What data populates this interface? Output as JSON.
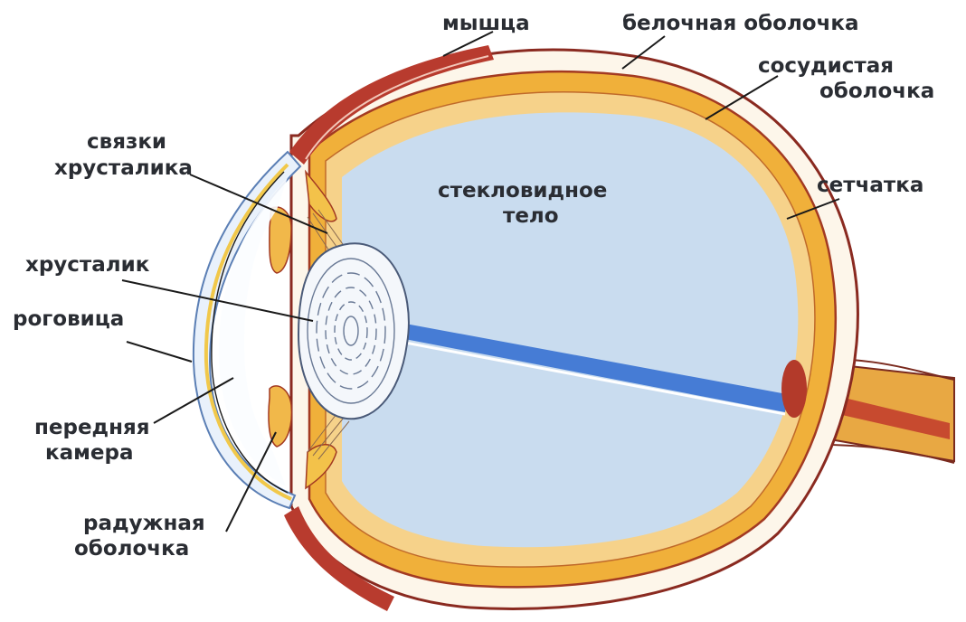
{
  "labels": {
    "muscle": "мышца",
    "sclera": "белочная оболочка",
    "choroid_line1": "сосудистая",
    "choroid_line2": "оболочка",
    "ligaments_line1": "связки",
    "ligaments_line2": "хрусталика",
    "vitreous_line1": "стекловидное",
    "vitreous_line2": "тело",
    "retina": "сетчатка",
    "lens": "хрусталик",
    "cornea": "роговица",
    "anterior_line1": "передняя",
    "anterior_line2": "камера",
    "iris_line1": "радужная",
    "iris_line2": "оболочка"
  },
  "colors": {
    "vitreous": "#c9dcef",
    "choroid": "#f0b03a",
    "retina": "#f6d28a",
    "muscle": "#b83b2e",
    "optic_axis": "#2f6bd0",
    "lens": "#f4f7fb",
    "cornea": "#e9f1fb",
    "label_text": "#2a2d33"
  }
}
